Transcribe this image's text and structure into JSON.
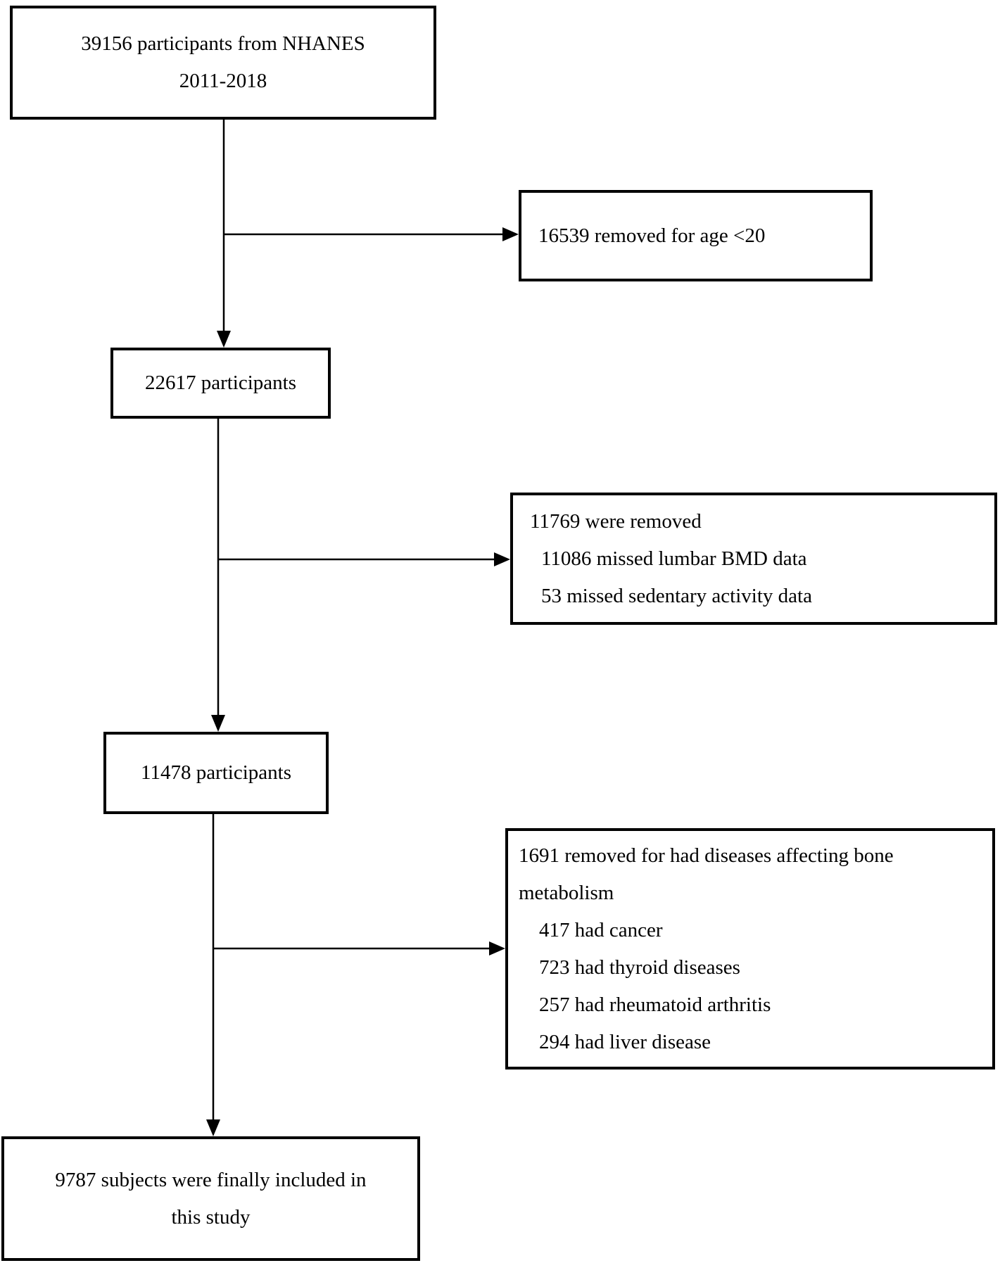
{
  "colors": {
    "line": "#000000",
    "text": "#000000",
    "box_background": "#ffffff"
  },
  "flowchart": {
    "box_source": {
      "line1": "39156 participants from NHANES",
      "line2": "2011-2018"
    },
    "box_removed_age": {
      "text": "16539 removed for age <20"
    },
    "box_after_age": {
      "text": "22617 participants"
    },
    "box_removed_missing": {
      "heading": "11769 were removed",
      "items": [
        "11086 missed lumbar BMD data",
        "53 missed sedentary activity data"
      ]
    },
    "box_after_missing": {
      "text": "11478 participants"
    },
    "box_removed_disease": {
      "heading": "1691 removed for had diseases affecting bone metabolism",
      "items": [
        "417 had cancer",
        "723 had thyroid diseases",
        "257 had rheumatoid arthritis",
        "294 had liver disease"
      ]
    },
    "box_final": {
      "line1": "9787 subjects were finally included in",
      "line2": "this study"
    }
  }
}
